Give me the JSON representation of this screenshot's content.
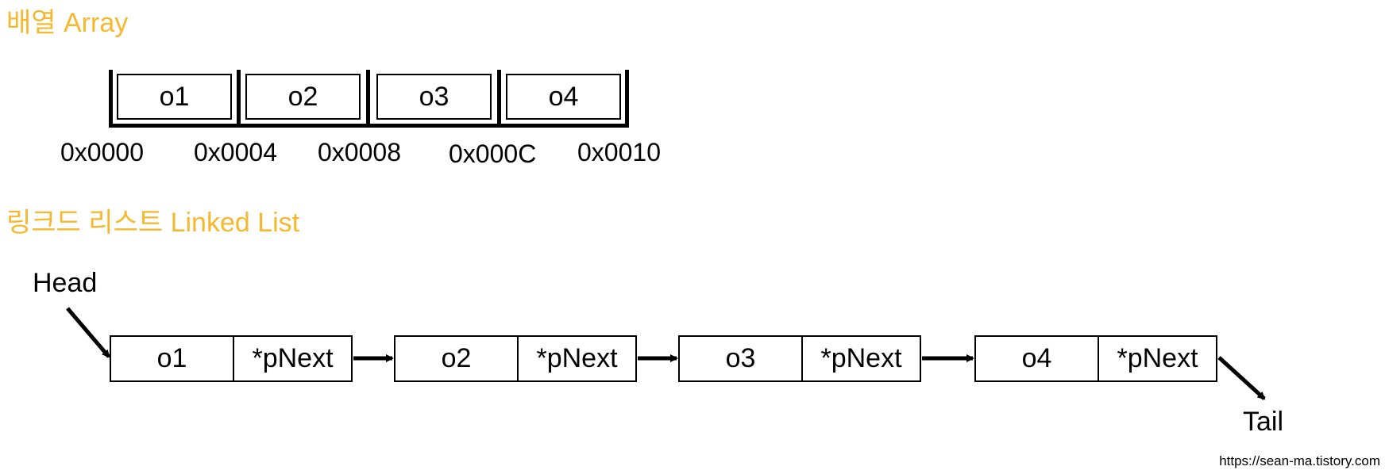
{
  "array_section": {
    "title": "배열 Array",
    "cells": [
      "o1",
      "o2",
      "o3",
      "o4"
    ],
    "addresses": [
      "0x0000",
      "0x0004",
      "0x0008",
      "0x000C",
      "0x0010"
    ]
  },
  "list_section": {
    "title": "링크드 리스트 Linked List",
    "head_label": "Head",
    "tail_label": "Tail",
    "nodes": [
      {
        "value": "o1",
        "pointer": "*pNext"
      },
      {
        "value": "o2",
        "pointer": "*pNext"
      },
      {
        "value": "o3",
        "pointer": "*pNext"
      },
      {
        "value": "o4",
        "pointer": "*pNext"
      }
    ]
  },
  "credit": "https://sean-ma.tistory.com"
}
